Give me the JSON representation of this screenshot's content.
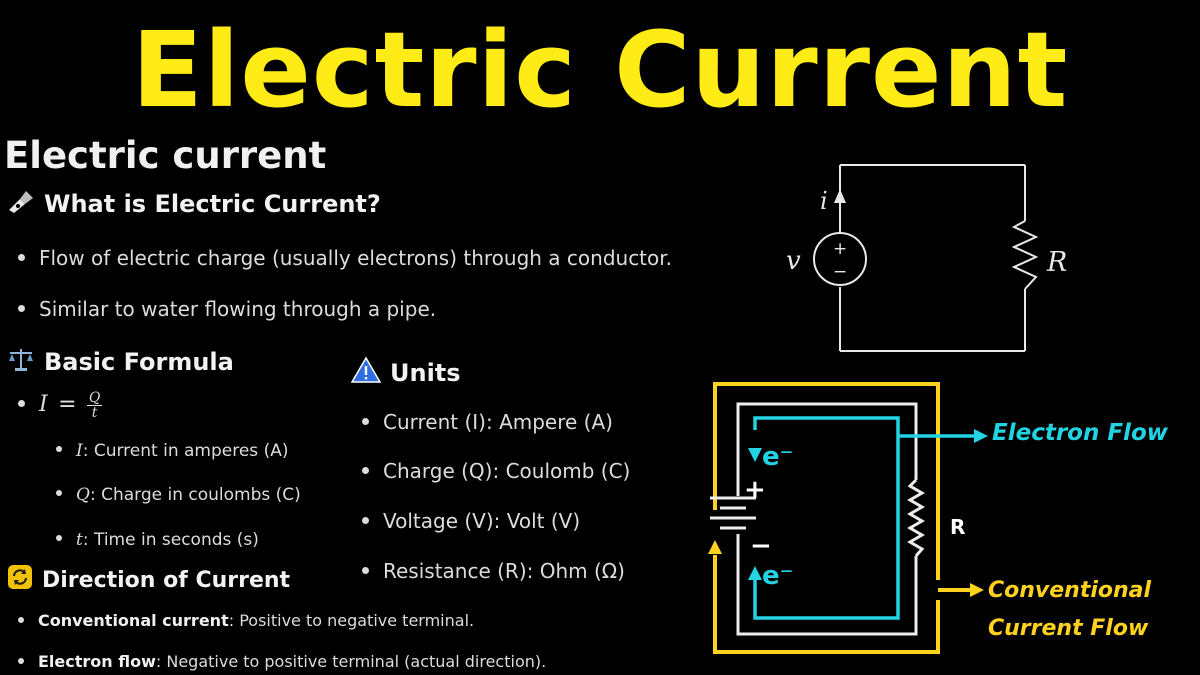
{
  "banner": {
    "title": "Electric Current"
  },
  "heading": "Electric current",
  "what": {
    "title": "What is Electric Current?",
    "bullets": [
      "Flow of electric charge (usually electrons) through a conductor.",
      "Similar to water flowing through a pipe."
    ]
  },
  "formula": {
    "title": "Basic Formula",
    "lhs": "I",
    "eq": "=",
    "num": "Q",
    "den": "t",
    "defs": [
      {
        "sym": "I",
        "text": ": Current in amperes (A)"
      },
      {
        "sym": "Q",
        "text": ": Charge in coulombs (C)"
      },
      {
        "sym": "t",
        "text": ": Time in seconds (s)"
      }
    ]
  },
  "units": {
    "title": "Units",
    "items": [
      "Current (I): Ampere (A)",
      "Charge (Q): Coulomb (C)",
      "Voltage (V): Volt (V)",
      "Resistance (R): Ohm (Ω)"
    ]
  },
  "direction": {
    "title": "Direction of Current",
    "items": [
      {
        "term": "Conventional current",
        "text": ": Positive to negative terminal."
      },
      {
        "term": "Electron flow",
        "text": ": Negative to positive terminal (actual direction)."
      }
    ]
  },
  "circuit1": {
    "current": "i",
    "voltage": "v",
    "plus": "+",
    "minus": "−",
    "resistor": "R"
  },
  "circuit2": {
    "electron_top": "e⁻",
    "electron_bottom": "e⁻",
    "plus": "+",
    "minus": "−",
    "resistor": "R",
    "electron_flow": "Electron Flow",
    "conventional_line1": "Conventional",
    "conventional_line2": "Current Flow"
  },
  "colors": {
    "banner": "#ffec17",
    "cyan": "#22d3e3",
    "yellow": "#ffd21f",
    "warning": "#2f6fe0",
    "refresh": "#f2c200"
  },
  "icons": [
    "pen-nib-icon",
    "balance-scale-icon",
    "warning-triangle-icon",
    "refresh-icon"
  ]
}
